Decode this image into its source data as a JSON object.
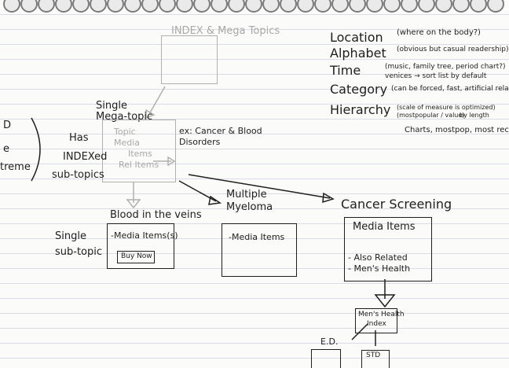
{
  "mega_topics": {
    "index_title": "INDEX & Mega Topics"
  },
  "latch": {
    "location": "Location",
    "location_note": "(where on the body?)",
    "alphabet": "Alphabet",
    "alphabet_note": "(obvious but casual readership)",
    "time": "Time",
    "time_note": "(music, family tree, period chart?)",
    "time_note2": "venices → sort list by default",
    "category": "Category",
    "category_note": "(can be forced, fast, artificial relationship)",
    "hierarchy": "Hierarchy",
    "hierarchy_note": "(scale of measure is optimized)",
    "hierarchy_note2": "(mostpopular / value)",
    "hierarchy_note3": "by length",
    "hierarchy_note4": "Charts, mostpop, most recent"
  },
  "left_margin": {
    "t1": "D",
    "t2": "e",
    "t3": "treme"
  },
  "single_mega": {
    "label": "Single Mega-topic",
    "example": "ex: Cancer & Blood Disorders"
  },
  "mega_card": {
    "line1": "Topic",
    "line2": "Media",
    "line3": "Items",
    "line4": "Rel Items"
  },
  "left_notes": {
    "has_line1": "Has",
    "has_line2": "INDEXed",
    "has_line3": "sub-topics"
  },
  "single_sub": {
    "label1": "Single",
    "label2": "sub-topic"
  },
  "blood": {
    "title": "Blood in the veins",
    "item": "-Media Items(s)",
    "button": "Buy Now"
  },
  "myeloma": {
    "title": "Multiple Myeloma",
    "item": "-Media Items"
  },
  "cancer": {
    "title": "Cancer Screening",
    "items": "Media Items",
    "also": "- Also Related",
    "mens": "- Men's Health"
  },
  "mens_index": {
    "line1": "Men's Health",
    "line2": "Index"
  },
  "ed": {
    "label": "E.D."
  },
  "std": {
    "label": "STD"
  }
}
